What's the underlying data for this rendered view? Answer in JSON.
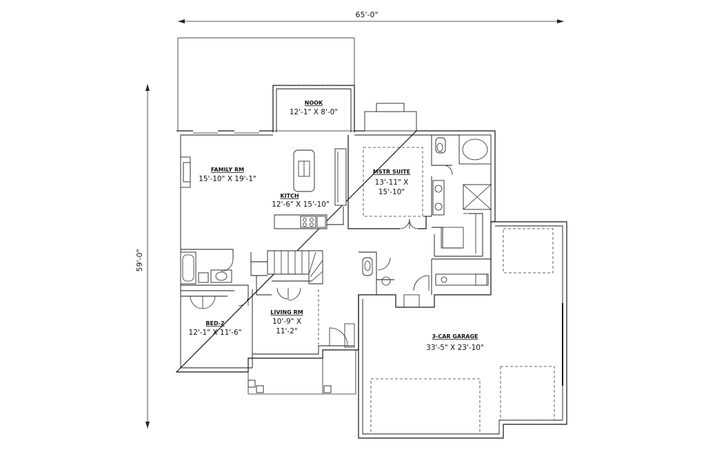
{
  "dimensions": {
    "width_label": "65'-0\"",
    "depth_label": "59'-0\""
  },
  "rooms": {
    "nook": {
      "name": "NOOK",
      "size": "12'-1\" X 8'-0\""
    },
    "family": {
      "name": "FAMILY RM",
      "size": "15'-10\" X 19'-1\""
    },
    "kitchen": {
      "name": "KITCH",
      "size": "12'-6\" X 15'-10\""
    },
    "master": {
      "name": "MSTR SUITE",
      "size_line1": "13'-11\" X",
      "size_line2": "15'-10\""
    },
    "bed2": {
      "name": "BED-2",
      "size": "12'-1\" X 11'-6\""
    },
    "living": {
      "name": "LIVING RM",
      "size_line1": "10'-9\" X",
      "size_line2": "11'-2\""
    },
    "garage": {
      "name": "3-CAR GARAGE",
      "size": "33'-5\" X 23'-10\""
    }
  }
}
